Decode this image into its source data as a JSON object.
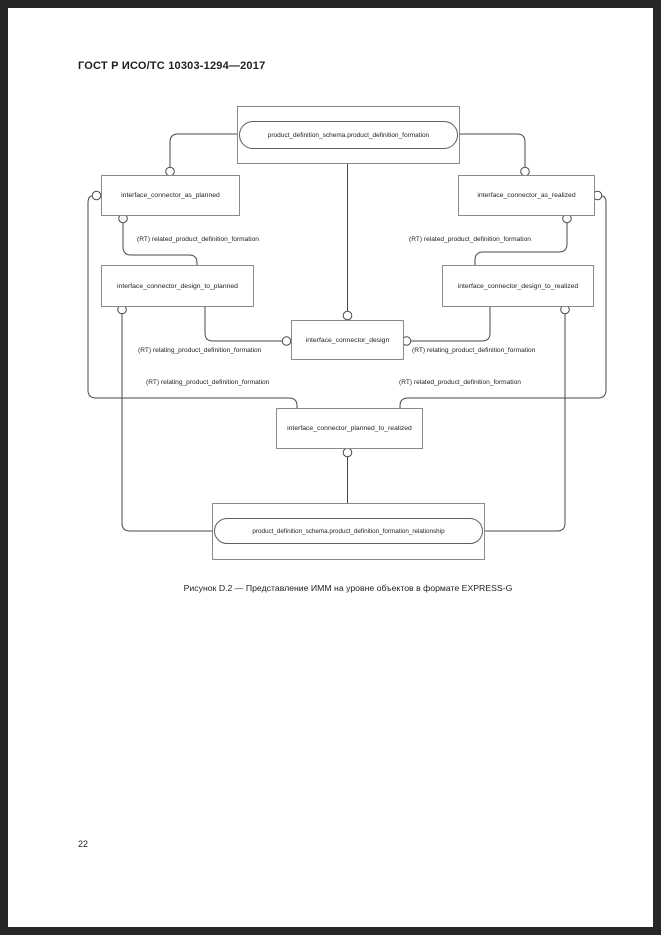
{
  "page": {
    "header": "ГОСТ Р ИСО/ТС 10303-1294—2017",
    "caption": "Рисунок D.2 — Представление ИММ на уровне объектов в формате EXPRESS-G",
    "page_number": "22"
  },
  "entities": {
    "top_ref": "product_definition_schema.product_definition_formation",
    "as_planned": "interface_connector_as_planned",
    "as_realized": "interface_connector_as_realized",
    "design_to_planned": "interface_connector_design_to_planned",
    "design_to_realized": "interface_connector_design_to_realized",
    "design": "interface_connector_design",
    "planned_to_realized": "interface_connector_planned_to_realized",
    "bottom_ref": "product_definition_schema.product_definition_formation_relationship"
  },
  "labels": {
    "related_left": "(RT) related_product_definition_formation",
    "related_right": "(RT) related_product_definition_formation",
    "relating_mid_left": "(RT) relating_product_definition_formation",
    "relating_mid_right": "(RT) relating_product_definition_formation",
    "relating_lower_left": "(RT) relating_product_definition_formation",
    "related_lower_right": "(RT) related_product_definition_formation"
  },
  "colors": {
    "line": "#4a4a4a",
    "box_border": "#8a8a8a",
    "stadium_border": "#5f5f5f",
    "text": "#1e1e1e",
    "frame_bg": "#272727",
    "page_bg": "#ffffff"
  }
}
